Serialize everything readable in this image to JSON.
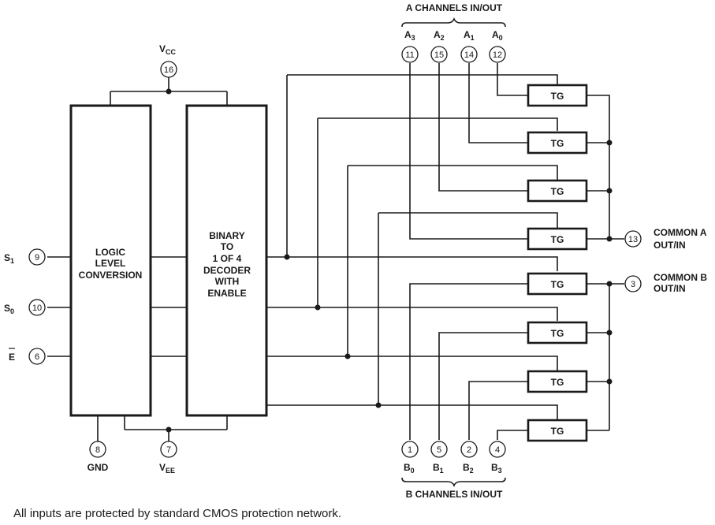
{
  "header": {
    "a_channels": "A CHANNELS IN/OUT",
    "b_channels": "B CHANNELS IN/OUT"
  },
  "blocks": {
    "logic": [
      "LOGIC",
      "LEVEL",
      "CONVERSION"
    ],
    "decoder": [
      "BINARY",
      "TO",
      "1 OF 4",
      "DECODER",
      "WITH",
      "ENABLE"
    ],
    "gate": "TG"
  },
  "pins": {
    "vcc": {
      "name": "V",
      "sub": "CC",
      "num": "16"
    },
    "vee": {
      "name": "V",
      "sub": "EE",
      "num": "7"
    },
    "gnd": {
      "name": "GND",
      "num": "8"
    },
    "s1": {
      "name": "S",
      "sub": "1",
      "num": "9"
    },
    "s0": {
      "name": "S",
      "sub": "0",
      "num": "10"
    },
    "e": {
      "name": "E",
      "num": "6"
    },
    "common_a": {
      "num": "13",
      "line1": "COMMON A",
      "line2": "OUT/IN"
    },
    "common_b": {
      "num": "3",
      "line1": "COMMON B",
      "line2": "OUT/IN"
    },
    "a_channels": [
      {
        "name": "A",
        "sub": "3",
        "num": "11"
      },
      {
        "name": "A",
        "sub": "2",
        "num": "15"
      },
      {
        "name": "A",
        "sub": "1",
        "num": "14"
      },
      {
        "name": "A",
        "sub": "0",
        "num": "12"
      }
    ],
    "b_channels": [
      {
        "name": "B",
        "sub": "0",
        "num": "1"
      },
      {
        "name": "B",
        "sub": "1",
        "num": "5"
      },
      {
        "name": "B",
        "sub": "2",
        "num": "2"
      },
      {
        "name": "B",
        "sub": "3",
        "num": "4"
      }
    ]
  },
  "footer": {
    "note": "All inputs are protected by standard CMOS protection network."
  }
}
